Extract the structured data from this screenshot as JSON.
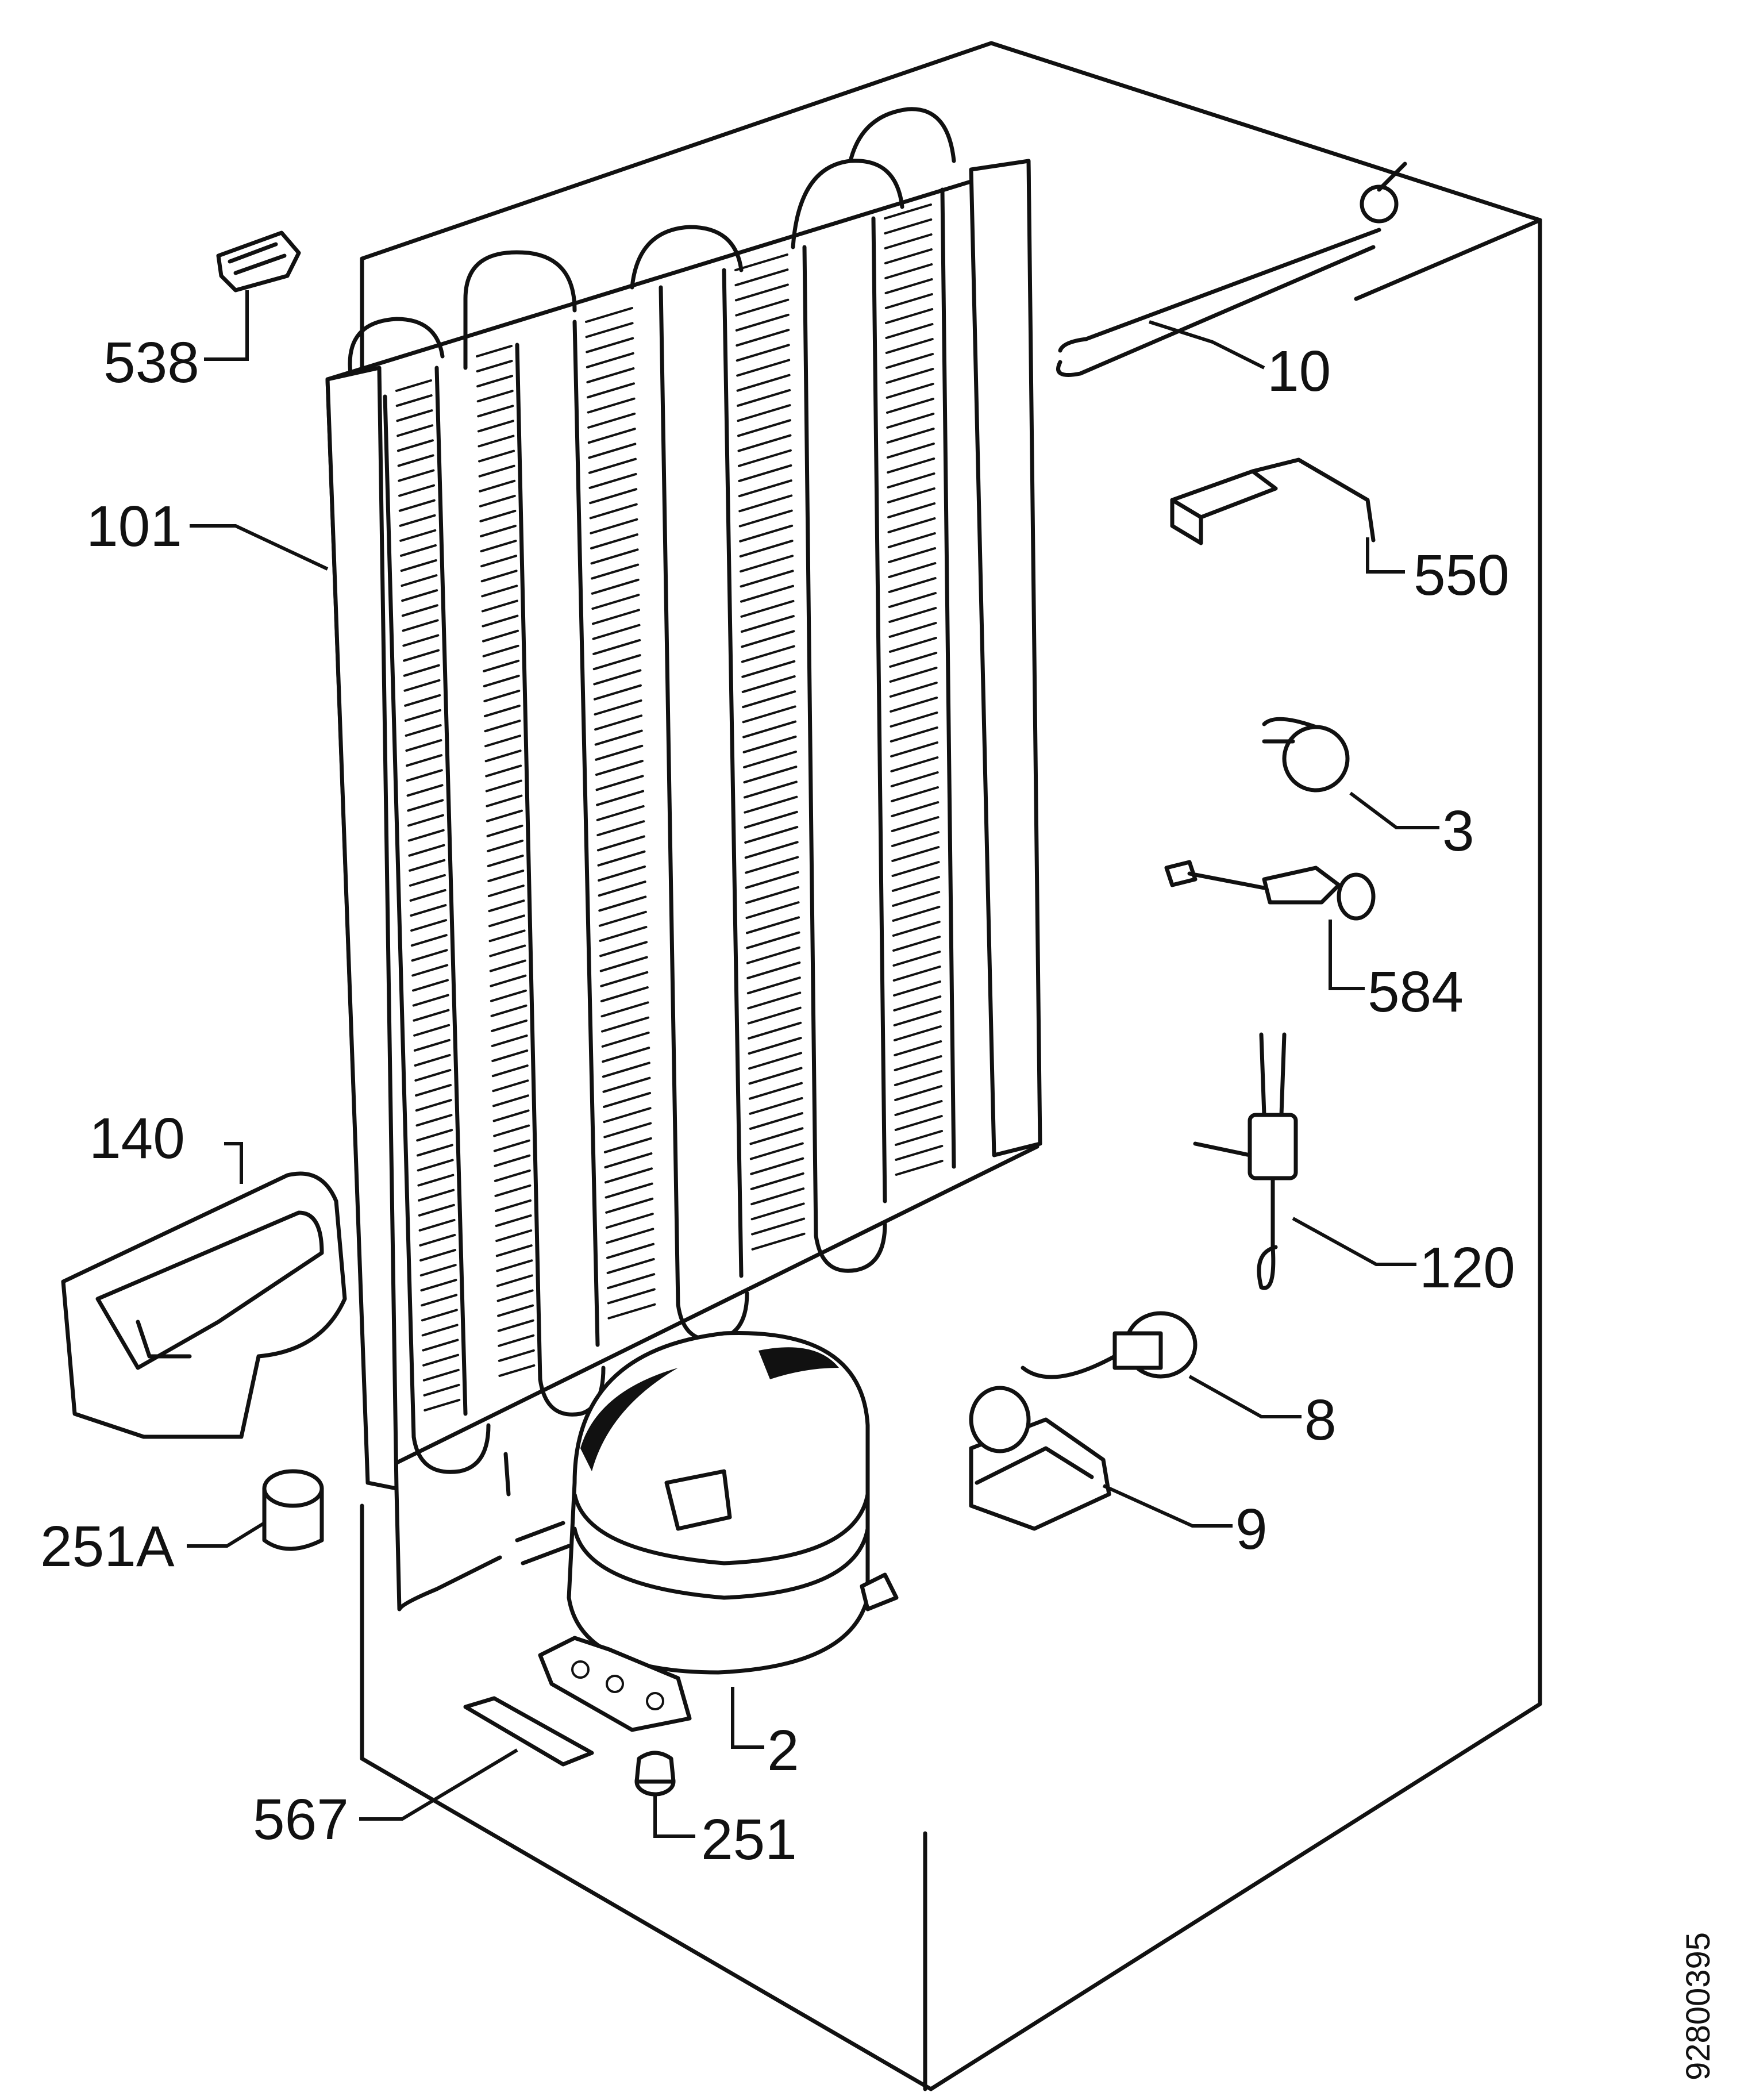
{
  "diagram": {
    "doc_number": "92800395",
    "labels": {
      "p538": "538",
      "p101": "101",
      "p10": "10",
      "p550": "550",
      "p3": "3",
      "p584": "584",
      "p140": "140",
      "p120": "120",
      "p8": "8",
      "p9": "9",
      "p251a": "251A",
      "p2": "2",
      "p567": "567",
      "p251": "251"
    }
  }
}
